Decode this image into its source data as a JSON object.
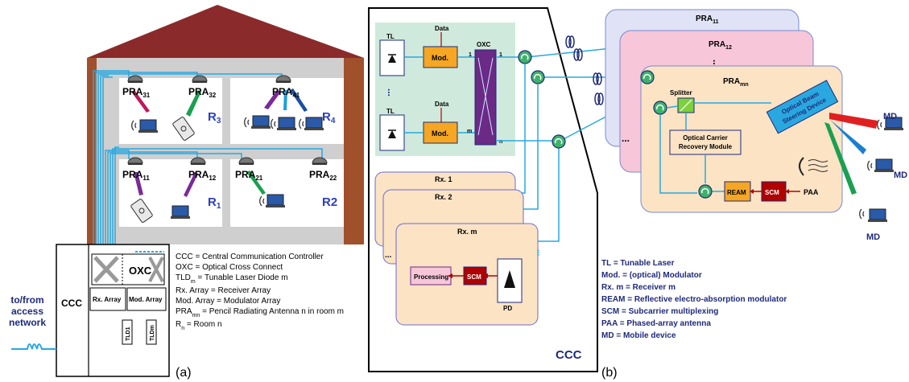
{
  "panel_a": {
    "caption": "(a)",
    "rooms": [
      {
        "label": "R",
        "sub": "3"
      },
      {
        "label": "R",
        "sub": "4"
      },
      {
        "label": "R",
        "sub": "1"
      },
      {
        "label": "R2",
        "sub": ""
      }
    ],
    "antennas": [
      {
        "label": "PRA",
        "sub": "31"
      },
      {
        "label": "PRA",
        "sub": "32"
      },
      {
        "label": "PRA",
        "sub": "41"
      },
      {
        "label": "PRA",
        "sub": "11"
      },
      {
        "label": "PRA",
        "sub": "12"
      },
      {
        "label": "PRA",
        "sub": "21"
      },
      {
        "label": "PRA",
        "sub": "22"
      }
    ],
    "ccc_label": "CCC",
    "oxc_label": "OXC",
    "rx_array_label": "Rx. Array",
    "mod_array_label": "Mod. Array",
    "tld_1": "TLD1",
    "tld_m": "TLDm",
    "access_lines": [
      "to/from",
      "access",
      "network"
    ],
    "legend": [
      {
        "text": "CCC = Central Communication Controller"
      },
      {
        "text": "OXC = Optical Cross Connect"
      },
      {
        "text": "TLD",
        "sub": "m",
        "rest": " = Tunable Laser Diode m"
      },
      {
        "text": "Rx. Array = Receiver Array"
      },
      {
        "text": "Mod.  Array = Modulator Array"
      },
      {
        "text": "PRA",
        "sub": "mn",
        "rest": " = Pencil Radiating Antenna n in room m"
      },
      {
        "text": "R",
        "sub": "n",
        "rest": "  = Room n"
      }
    ]
  },
  "panel_b": {
    "caption": "(b)",
    "ccc_label": "CCC",
    "tl_label": "TL",
    "data_label": "Data",
    "mod_label": "Mod.",
    "oxc_label": "OXC",
    "oxc_port_1": "1",
    "oxc_port_m": "m",
    "oxc_out_1": "1",
    "oxc_out_n": "n",
    "rx_labels": [
      "Rx. 1",
      "Rx. 2",
      "Rx. m"
    ],
    "processing_label": "Processing",
    "scm_label": "SCM",
    "pd_label": "PD",
    "pra_cards": [
      {
        "label": "PRA",
        "sub": "11"
      },
      {
        "label": "PRA",
        "sub": "12"
      },
      {
        "label": "PRA",
        "sub": "mn"
      }
    ],
    "splitter_label": "Splitter",
    "ocr_label": [
      "Optical Carrier",
      "Recovery Module"
    ],
    "ream_label": "REAM",
    "scm2_label": "SCM",
    "paa_label": "PAA",
    "obsd_label": [
      "Optical Beam",
      "Steering Device"
    ],
    "md_label": "MD",
    "ellipsis": "...",
    "legend": [
      "TL = Tunable Laser",
      "Mod. = (optical) Modulator",
      "Rx. m = Receiver m",
      "REAM = Reflective electro-absorption modulator",
      "SCM = Subcarrier multiplexing",
      "PAA = Phased-array antenna",
      "MD = Mobile device"
    ]
  },
  "colors": {
    "roof": "#8b2a2a",
    "wall": "#a0502a",
    "floor": "#b3b3b3",
    "fiber": "#29a8e0",
    "navy": "#1f2a7a",
    "oxc": "#6a2a86",
    "mod": "#f5a623",
    "dark_red": "#b00000",
    "mint": "#cfeadc",
    "peach": "#fbe3c4",
    "pink": "#f7c6d8",
    "lavender": "#dfe3f5",
    "beam_red": "#e02020",
    "beam_blue": "#1a7fd0",
    "beam_green": "#1aa050",
    "beam_purple": "#7a2a9a"
  }
}
